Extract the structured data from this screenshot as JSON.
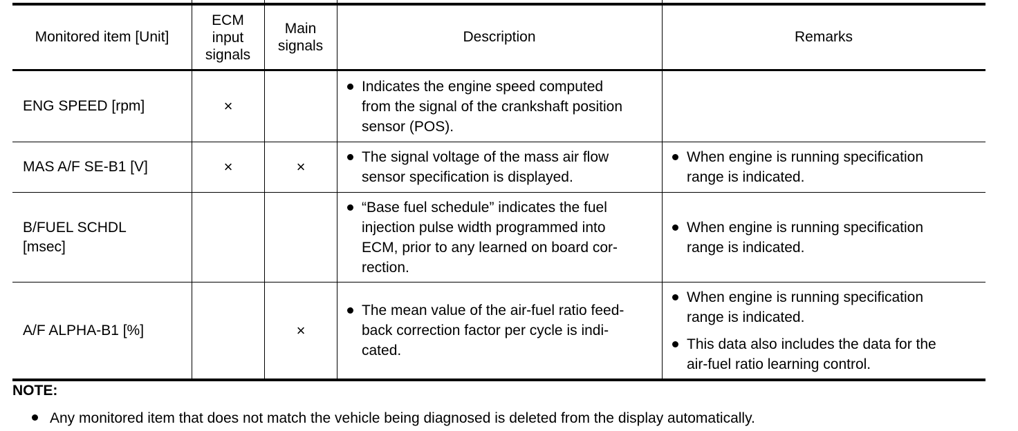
{
  "table": {
    "headers": {
      "monitored_item": "Monitored item [Unit]",
      "ecm_input_signals": "ECM\ninput\nsignals",
      "main_signals": "Main\nsignals",
      "description": "Description",
      "remarks": "Remarks"
    },
    "rows": [
      {
        "item": "ENG SPEED [rpm]",
        "ecm_input": "×",
        "main": "",
        "description": [
          "Indicates the engine speed computed\nfrom the signal of the crankshaft position\nsensor (POS)."
        ],
        "remarks": []
      },
      {
        "item": "MAS A/F SE-B1 [V]",
        "ecm_input": "×",
        "main": "×",
        "description": [
          "The signal voltage of the mass air flow\nsensor specification is displayed."
        ],
        "remarks": [
          "When engine is running specification\nrange is indicated."
        ]
      },
      {
        "item": "B/FUEL SCHDL\n[msec]",
        "ecm_input": "",
        "main": "",
        "description": [
          "“Base fuel schedule” indicates the fuel\ninjection pulse width programmed into\nECM, prior to any learned on board cor-\nrection."
        ],
        "remarks": [
          "When engine is running specification\nrange is indicated."
        ]
      },
      {
        "item": "A/F ALPHA-B1 [%]",
        "ecm_input": "",
        "main": "×",
        "description": [
          "The mean value of the air-fuel ratio feed-\nback correction factor per cycle is indi-\ncated."
        ],
        "remarks": [
          "When engine is running specification\nrange is indicated.",
          "This data also includes the data for the\nair-fuel ratio learning control."
        ]
      }
    ]
  },
  "note": {
    "label": "NOTE:",
    "items": [
      "Any monitored item that does not match the vehicle being diagnosed is deleted from the display automatically."
    ]
  },
  "colors": {
    "ink": "#000000",
    "paper": "#ffffff"
  }
}
